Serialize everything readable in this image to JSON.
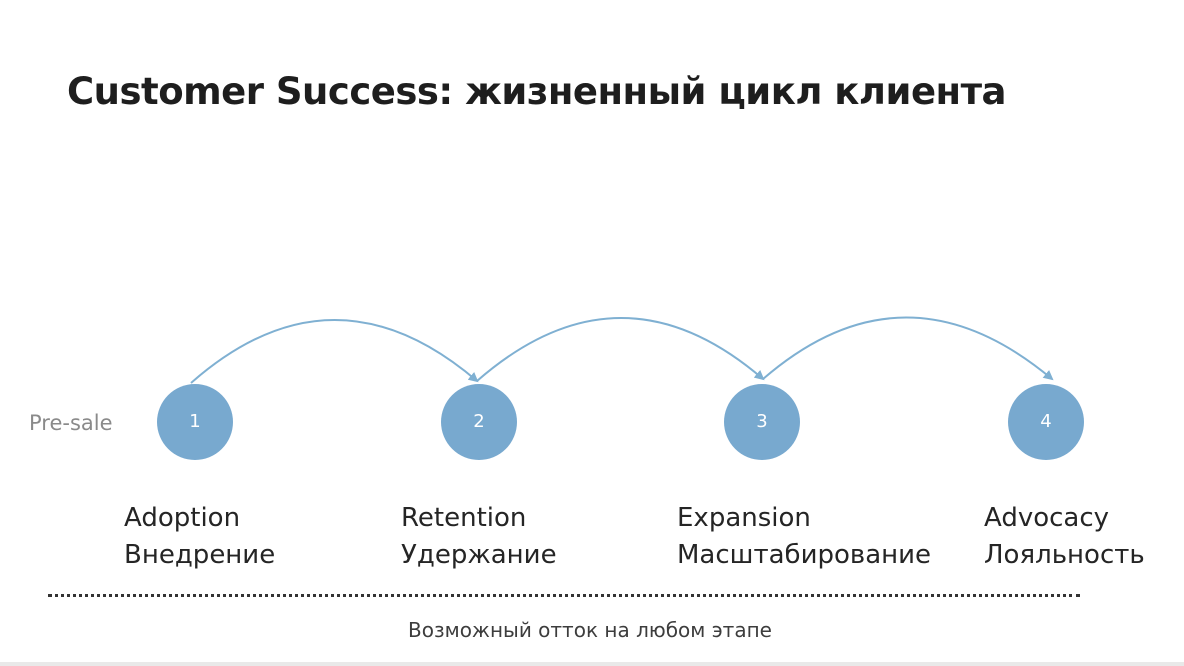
{
  "slide": {
    "title": "Customer Success: жизненный цикл клиента",
    "presale_label": "Pre-sale",
    "churn_note": "Возможный отток на любом этапе"
  },
  "stages": [
    {
      "number": "1",
      "name_en": "Adoption",
      "name_ru": "Внедрение"
    },
    {
      "number": "2",
      "name_en": "Retention",
      "name_ru": "Удержание"
    },
    {
      "number": "3",
      "name_en": "Expansion",
      "name_ru": "Масштабирование"
    },
    {
      "number": "4",
      "name_en": "Advocacy",
      "name_ru": "Лояльность"
    }
  ],
  "colors": {
    "node_fill": "#78a9cf",
    "arc_stroke": "#7fb0d2",
    "title_text": "#1e1e1e",
    "muted_text": "#8a8a8a"
  }
}
